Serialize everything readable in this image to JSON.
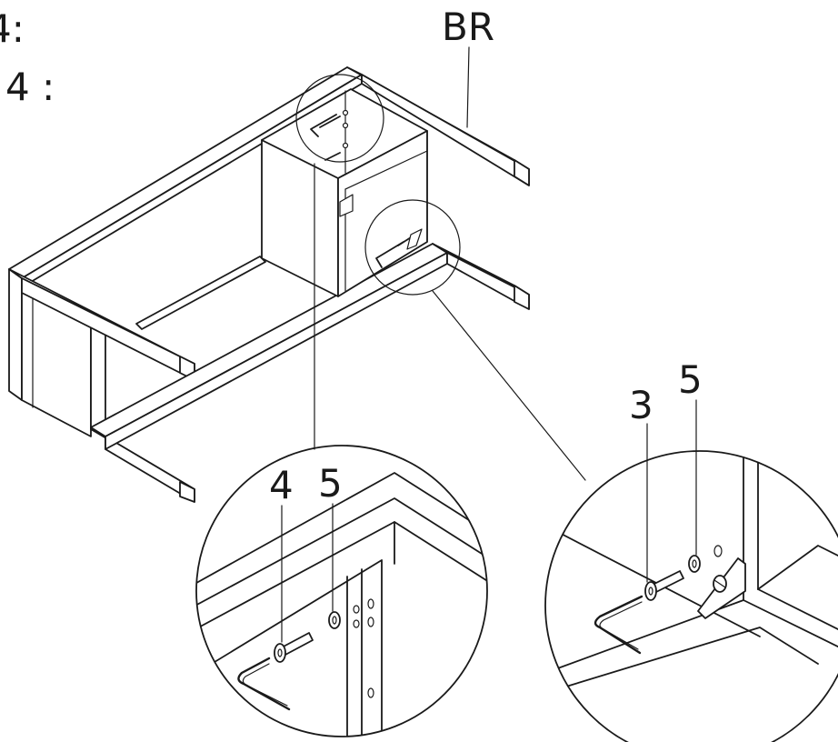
{
  "labels": {
    "corner_top": "4:",
    "corner_bottom": "4 :",
    "panel": "BR",
    "left_detail_part_a": "4",
    "left_detail_part_b": "5",
    "right_detail_part_a": "3",
    "right_detail_part_b": "5"
  },
  "icons": {
    "allen_key": "allen-key-icon",
    "bolt": "bolt-icon",
    "washer": "washer-icon"
  }
}
